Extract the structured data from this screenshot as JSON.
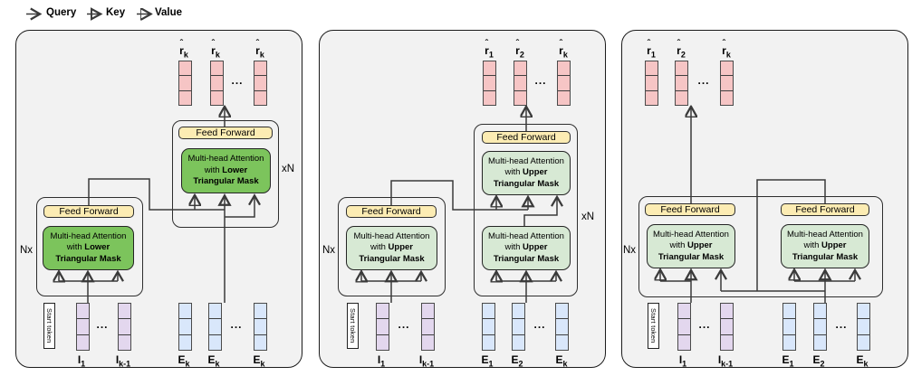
{
  "legend": {
    "query": "Query",
    "key": "Key",
    "value": "Value"
  },
  "shared": {
    "feed_forward": "Feed Forward",
    "mha_line1": "Multi-head Attention",
    "mha_with": "with",
    "mask_suffix": "Triangular Mask",
    "start_token": "Start token",
    "dots": "...",
    "repeat_left": "Nx",
    "repeat_right": "xN",
    "hat": "ˆ"
  },
  "panels": [
    {
      "mask_variant": "Lower",
      "outputs": [
        {
          "base": "r",
          "sub": "k"
        },
        {
          "base": "r",
          "sub": "k"
        },
        {
          "base": "r",
          "sub": "k"
        }
      ],
      "left_inputs": [
        {
          "base": "I",
          "sub": "1"
        },
        {
          "base": "I",
          "sub": "k-1"
        }
      ],
      "right_inputs": [
        {
          "base": "E",
          "sub": "k"
        },
        {
          "base": "E",
          "sub": "k"
        },
        {
          "base": "E",
          "sub": "k"
        }
      ]
    },
    {
      "mask_variant": "Upper",
      "outputs": [
        {
          "base": "r",
          "sub": "1"
        },
        {
          "base": "r",
          "sub": "2"
        },
        {
          "base": "r",
          "sub": "k"
        }
      ],
      "left_inputs": [
        {
          "base": "I",
          "sub": "1"
        },
        {
          "base": "I",
          "sub": "k-1"
        }
      ],
      "right_inputs": [
        {
          "base": "E",
          "sub": "1"
        },
        {
          "base": "E",
          "sub": "2"
        },
        {
          "base": "E",
          "sub": "k"
        }
      ]
    },
    {
      "mask_variant": "Upper",
      "outputs": [
        {
          "base": "r",
          "sub": "1"
        },
        {
          "base": "r",
          "sub": "2"
        },
        {
          "base": "r",
          "sub": "k"
        }
      ],
      "left_inputs": [
        {
          "base": "I",
          "sub": "1"
        },
        {
          "base": "I",
          "sub": "k-1"
        }
      ],
      "right_inputs": [
        {
          "base": "E",
          "sub": "1"
        },
        {
          "base": "E",
          "sub": "2"
        },
        {
          "base": "E",
          "sub": "k"
        }
      ]
    }
  ],
  "colors": {
    "panel-bg": "#f2f2f2",
    "ff-fill": "#fcecb3",
    "mha-dark": "#7cc45c",
    "mha-light": "#d7e9d4",
    "pink": "#f6c5c5",
    "purple": "#e3d7ee",
    "blue": "#d9e7fb",
    "wire": "#3a3a3a"
  }
}
